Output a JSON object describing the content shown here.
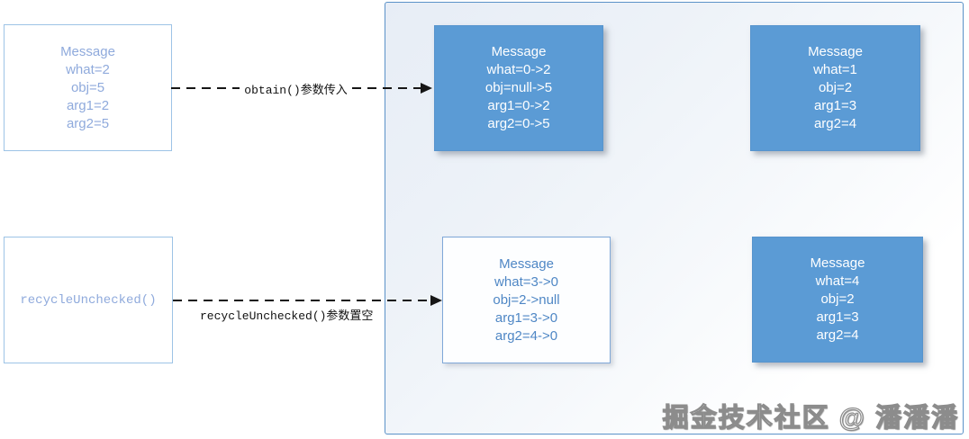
{
  "diagram": {
    "source_box": {
      "title": "Message",
      "lines": [
        "what=2",
        "obj=5",
        "arg1=2",
        "arg2=5"
      ]
    },
    "recycle_box": {
      "label": "recycleUnchecked()"
    },
    "obtain_arrow_label": "obtain()参数传入",
    "recycle_arrow_label": "recycleUnchecked()参数置空",
    "pool": {
      "top_left": {
        "title": "Message",
        "lines": [
          "what=0->2",
          "obj=null->5",
          "arg1=0->2",
          "arg2=0->5"
        ]
      },
      "top_right": {
        "title": "Message",
        "lines": [
          "what=1",
          "obj=2",
          "arg1=3",
          "arg2=4"
        ]
      },
      "bottom_left": {
        "title": "Message",
        "lines": [
          "what=3->0",
          "obj=2->null",
          "arg1=3->0",
          "arg2=4->0"
        ]
      },
      "bottom_right": {
        "title": "Message",
        "lines": [
          "what=4",
          "obj=2",
          "arg1=3",
          "arg2=4"
        ]
      }
    },
    "watermark": "掘金技术社区 @ 潘潘潘"
  },
  "colors": {
    "box_fill_blue": "#5b9bd5",
    "filled_box_text": "#ffffff",
    "light_blue_text": "#8faadc",
    "outlined_box_text": "#4f87c5",
    "plain_box_border": "#9dc3e6",
    "panel_border": "#5b92c8",
    "arrow_color": "#161616"
  }
}
